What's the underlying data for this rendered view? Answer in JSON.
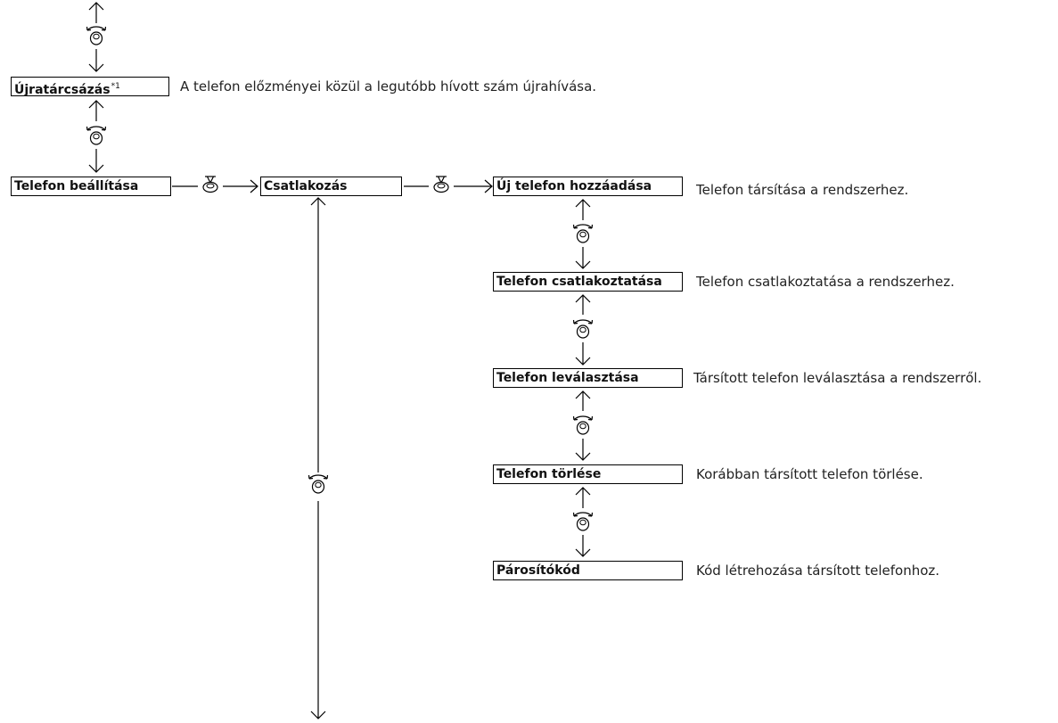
{
  "menu": {
    "redial": {
      "label": "Újratárcsázás",
      "footnote": "*1",
      "description": "A telefon előzményei közül a legutóbb hívott szám újrahívása."
    },
    "phone_setup": {
      "label": "Telefon beállítása"
    },
    "connection": {
      "label": "Csatlakozás"
    },
    "submenu": [
      {
        "label": "Új telefon hozzáadása",
        "description": "Telefon társítása a rendszerhez."
      },
      {
        "label": "Telefon csatlakoztatása",
        "description": "Telefon csatlakoztatása a rendszerhez."
      },
      {
        "label": "Telefon leválasztása",
        "description": "Társított telefon leválasztása a rendszerről."
      },
      {
        "label": "Telefon törlése",
        "description": "Korábban társított telefon törlése."
      },
      {
        "label": "Párosítókód",
        "description": "Kód létrehozása társított telefonhoz."
      }
    ]
  },
  "icons": {
    "rotate": "selector-knob-rotate-icon",
    "press": "selector-knob-press-icon"
  }
}
